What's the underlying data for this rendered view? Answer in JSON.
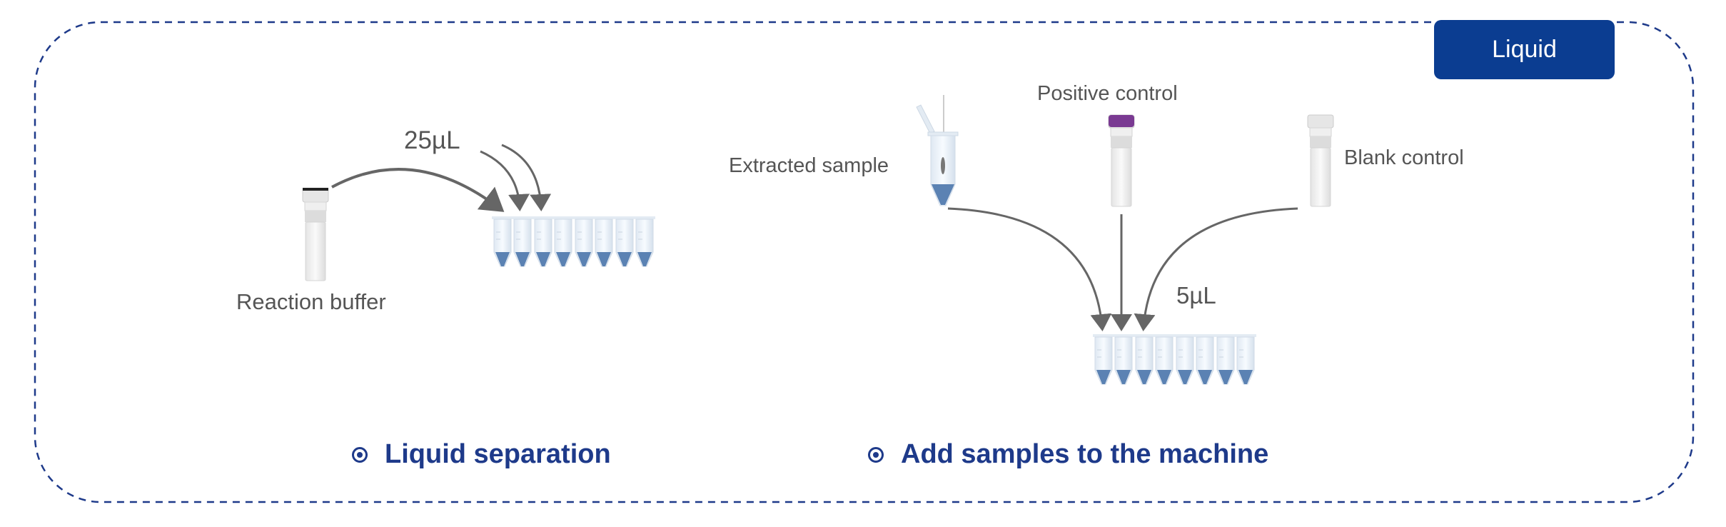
{
  "badge": "Liquid",
  "left_panel": {
    "source_label": "Reaction buffer",
    "volume": "25µL"
  },
  "right_panel": {
    "sample_label": "Extracted sample",
    "positive_label": "Positive control",
    "blank_label": "Blank control",
    "volume": "5µL"
  },
  "steps": [
    "Liquid separation",
    "Add samples to the machine"
  ],
  "colors": {
    "accent": "#0b3d91",
    "step_text": "#1e3a8a",
    "tube_tip": "#5b82b3",
    "positive_cap": "#7a3a92",
    "arrow": "#666666"
  }
}
